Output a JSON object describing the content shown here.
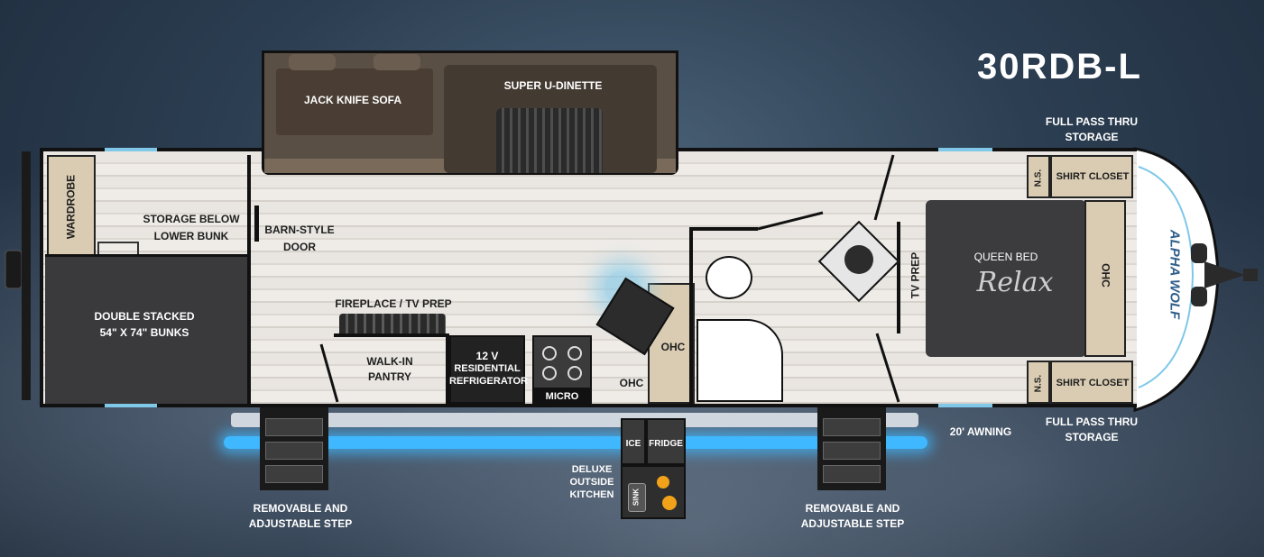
{
  "model_name": "30RDB-L",
  "labels": {
    "jack_knife_sofa": "JACK KNIFE SOFA",
    "super_u_dinette": "SUPER U-DINETTE",
    "wardrobe": "WARDROBE",
    "storage_below_lower_bunk_1": "STORAGE BELOW",
    "storage_below_lower_bunk_2": "LOWER BUNK",
    "barn_style_door_1": "BARN-STYLE",
    "barn_style_door_2": "DOOR",
    "double_stacked_bunks_1": "DOUBLE STACKED",
    "double_stacked_bunks_2": "54\" X 74\" BUNKS",
    "fireplace_tv_prep": "FIREPLACE / TV PREP",
    "walk_in_pantry_1": "WALK-IN",
    "walk_in_pantry_2": "PANTRY",
    "refrigerator_1": "12 V",
    "refrigerator_2": "RESIDENTIAL",
    "refrigerator_3": "REFRIGERATOR",
    "micro": "MICRO",
    "ohc_kitchen": "OHC",
    "ohc_kitchen_upper": "OHC",
    "tv_prep": "TV PREP",
    "queen_bed": "QUEEN BED",
    "bed_brand": "Relax",
    "ohc_bedroom": "OHC",
    "shirt_closet_top": "SHIRT CLOSET",
    "shirt_closet_bottom": "SHIRT CLOSET",
    "ns_top": "N.S.",
    "ns_bottom": "N.S.",
    "full_pass_thru_top_1": "FULL PASS THRU",
    "full_pass_thru_top_2": "STORAGE",
    "full_pass_thru_bottom_1": "FULL PASS THRU",
    "full_pass_thru_bottom_2": "STORAGE",
    "awning": "20' AWNING",
    "ice": "ICE",
    "fridge": "FRIDGE",
    "outside_kitchen_1": "DELUXE",
    "outside_kitchen_2": "OUTSIDE",
    "outside_kitchen_3": "KITCHEN",
    "sink": "SINK",
    "step_left_1": "REMOVABLE AND",
    "step_left_2": "ADJUSTABLE STEP",
    "step_right_1": "REMOVABLE AND",
    "step_right_2": "ADJUSTABLE STEP",
    "front_cap_logo": "ALPHA WOLF"
  },
  "colors": {
    "accent_window": "#7fc8e8",
    "led_strip": "#3fb8ff",
    "cabinet": "#d9ccb2",
    "dark_room": "#3a3a3c"
  }
}
